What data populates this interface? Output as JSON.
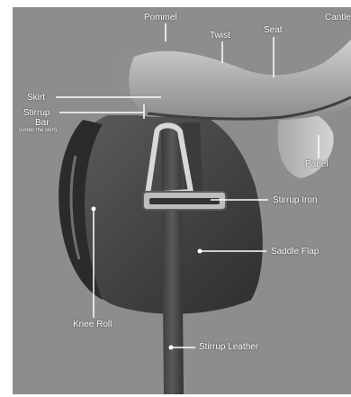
{
  "figure": {
    "labels": {
      "pommel": "Pommel",
      "twist": "Twist",
      "seat": "Seat",
      "cantle": "Cantle",
      "skirt": "Skirt",
      "stirrup_bar_line1": "Stirrup",
      "stirrup_bar_line2": "Bar",
      "stirrup_bar_note": "(under the skirt)",
      "panel": "Panel",
      "stirrup_iron": "Stirrup Iron",
      "saddle_flap": "Saddle Flap",
      "knee_roll": "Knee Roll",
      "stirrup_leather": "Stirrup Leather"
    },
    "colors": {
      "background": "#8d8d8d",
      "leather_dark": "#3c3c3c",
      "leather_mid": "#6a6a6a",
      "leather_light": "#b9b9b9",
      "label_text": "#ffffff"
    }
  }
}
